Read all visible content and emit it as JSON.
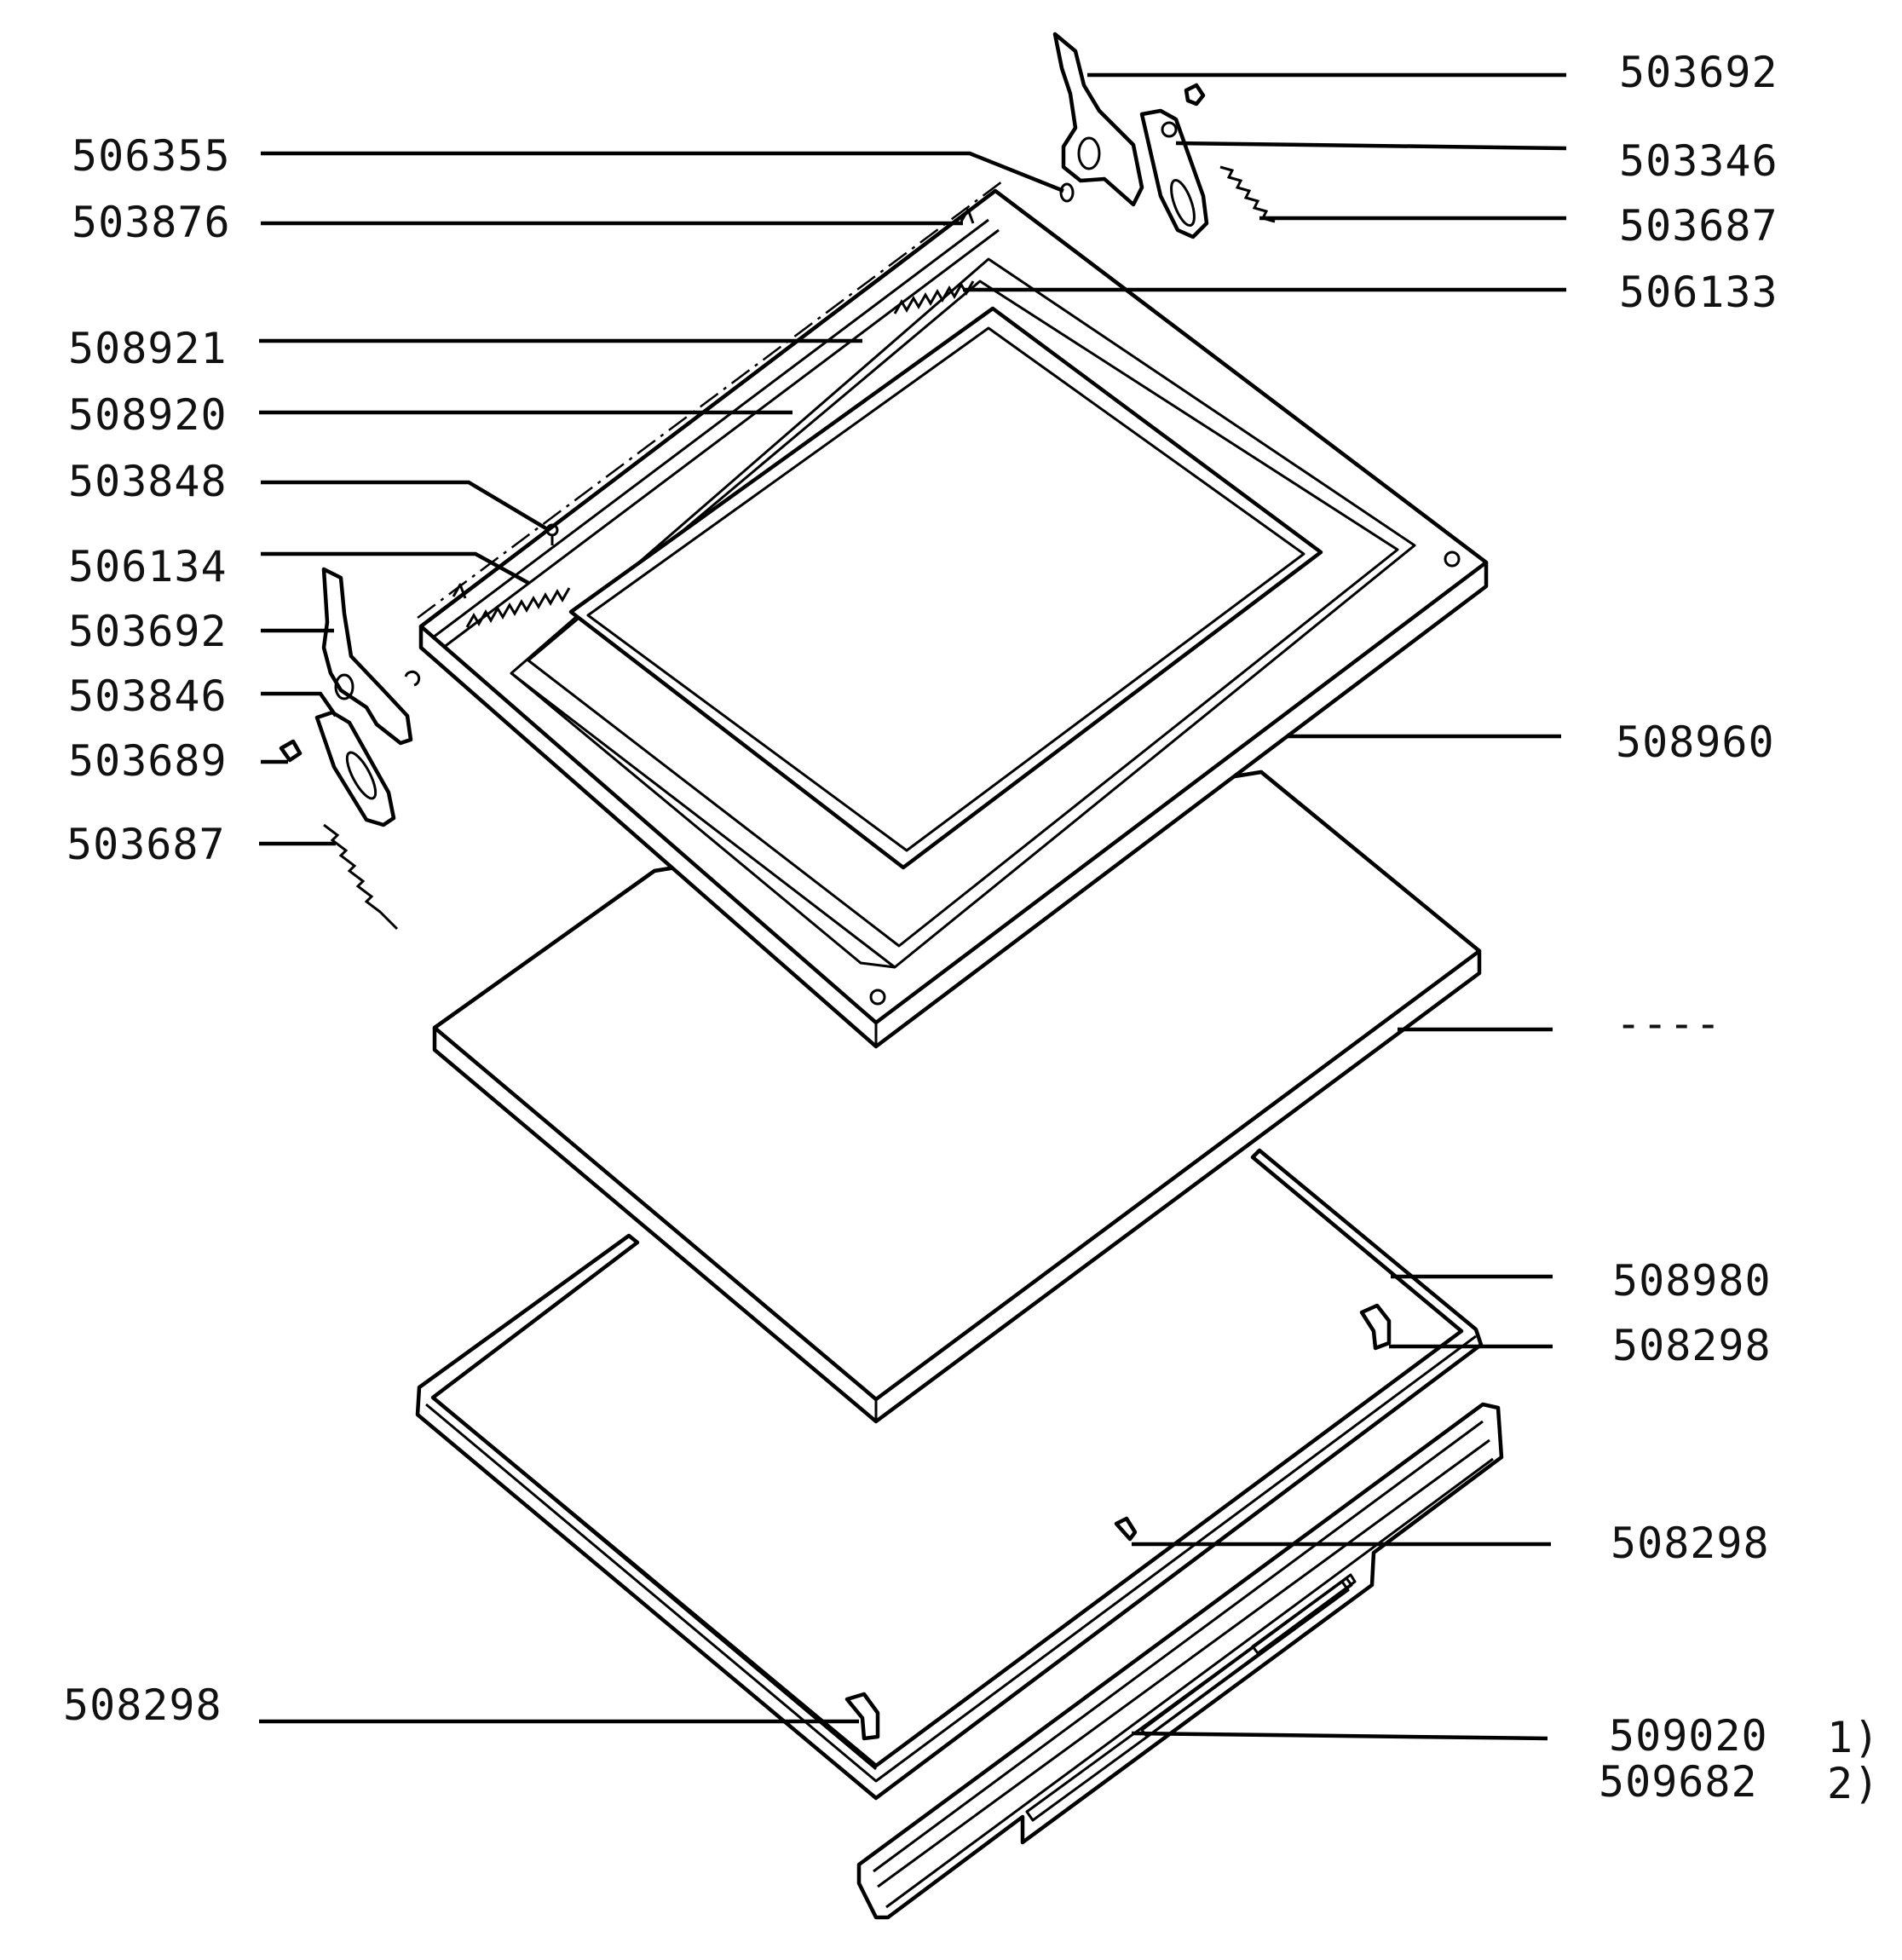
{
  "labels_left": [
    {
      "id": "l-506355",
      "text": "506355"
    },
    {
      "id": "l-503876",
      "text": "503876"
    },
    {
      "id": "l-508921",
      "text": "508921"
    },
    {
      "id": "l-508920",
      "text": "508920"
    },
    {
      "id": "l-503848",
      "text": "503848"
    },
    {
      "id": "l-506134",
      "text": "506134"
    },
    {
      "id": "l-503692b",
      "text": "503692"
    },
    {
      "id": "l-503846",
      "text": "503846"
    },
    {
      "id": "l-503689",
      "text": "503689"
    },
    {
      "id": "l-503687b",
      "text": "503687"
    },
    {
      "id": "l-508298c",
      "text": "508298"
    }
  ],
  "labels_right": [
    {
      "id": "r-503692",
      "text": "503692"
    },
    {
      "id": "r-503346",
      "text": "503346"
    },
    {
      "id": "r-503687",
      "text": "503687"
    },
    {
      "id": "r-506133",
      "text": "506133"
    },
    {
      "id": "r-508960",
      "text": "508960"
    },
    {
      "id": "r-dash",
      "text": "----"
    },
    {
      "id": "r-508980",
      "text": "508980"
    },
    {
      "id": "r-508298a",
      "text": "508298"
    },
    {
      "id": "r-508298b",
      "text": "508298"
    },
    {
      "id": "r-509020",
      "text": "509020"
    },
    {
      "id": "r-509682",
      "text": "509682"
    }
  ],
  "footnotes": [
    {
      "id": "fn1",
      "text": "1)"
    },
    {
      "id": "fn2",
      "text": "2)"
    }
  ]
}
